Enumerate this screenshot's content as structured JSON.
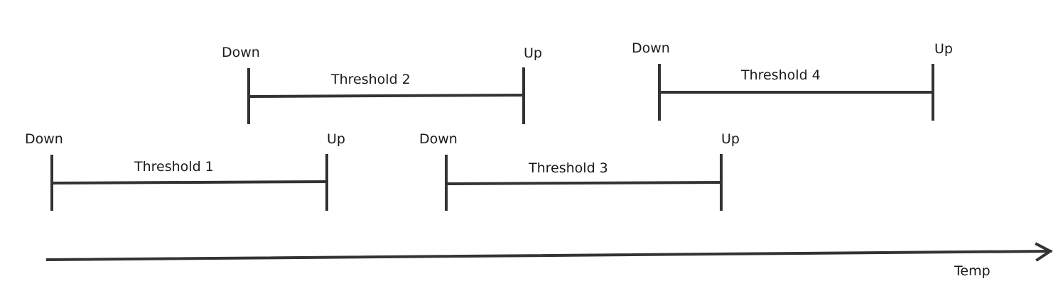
{
  "diagram": {
    "axis_label": "Temp",
    "thresholds": [
      {
        "name": "Threshold 1",
        "start_label": "Down",
        "end_label": "Up"
      },
      {
        "name": "Threshold 2",
        "start_label": "Down",
        "end_label": "Up"
      },
      {
        "name": "Threshold 3",
        "start_label": "Down",
        "end_label": "Up"
      },
      {
        "name": "Threshold 4",
        "start_label": "Down",
        "end_label": "Up"
      }
    ],
    "colors": {
      "line": "#333333",
      "text": "#1a1a1a",
      "background": "#ffffff"
    }
  }
}
